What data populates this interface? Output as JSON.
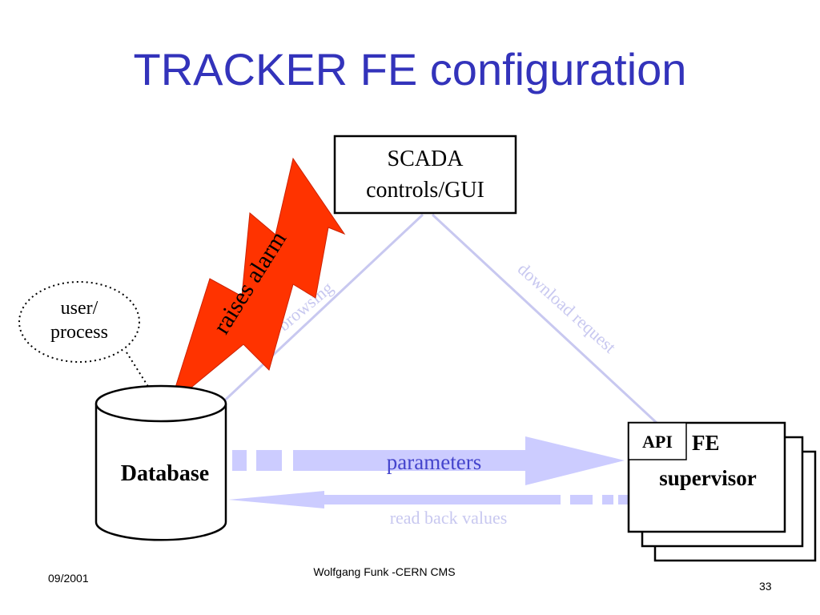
{
  "slide": {
    "title": "TRACKER FE configuration"
  },
  "diagram": {
    "scada_line1": "SCADA",
    "scada_line2": "controls/GUI",
    "user_line1": "user/",
    "user_line2": "process",
    "database_label": "Database",
    "api_label": "API",
    "fe_label": "FE",
    "supervisor_label": "supervisor",
    "alarm_label": "raises alarm",
    "browsing_label": "browsing",
    "download_label": "download request",
    "parameters_label": "parameters",
    "readback_label": "read back values",
    "colors": {
      "title": "#3333bb",
      "alarm_fill": "#ff3300",
      "arrow_fill": "#ccccff",
      "parameters_text": "#4444cc",
      "faint_text": "#c8c8f0",
      "connector_line": "#c8c8f0"
    }
  },
  "footer": {
    "date": "09/2001",
    "author": "Wolfgang Funk -CERN  CMS",
    "page_number": "33"
  }
}
